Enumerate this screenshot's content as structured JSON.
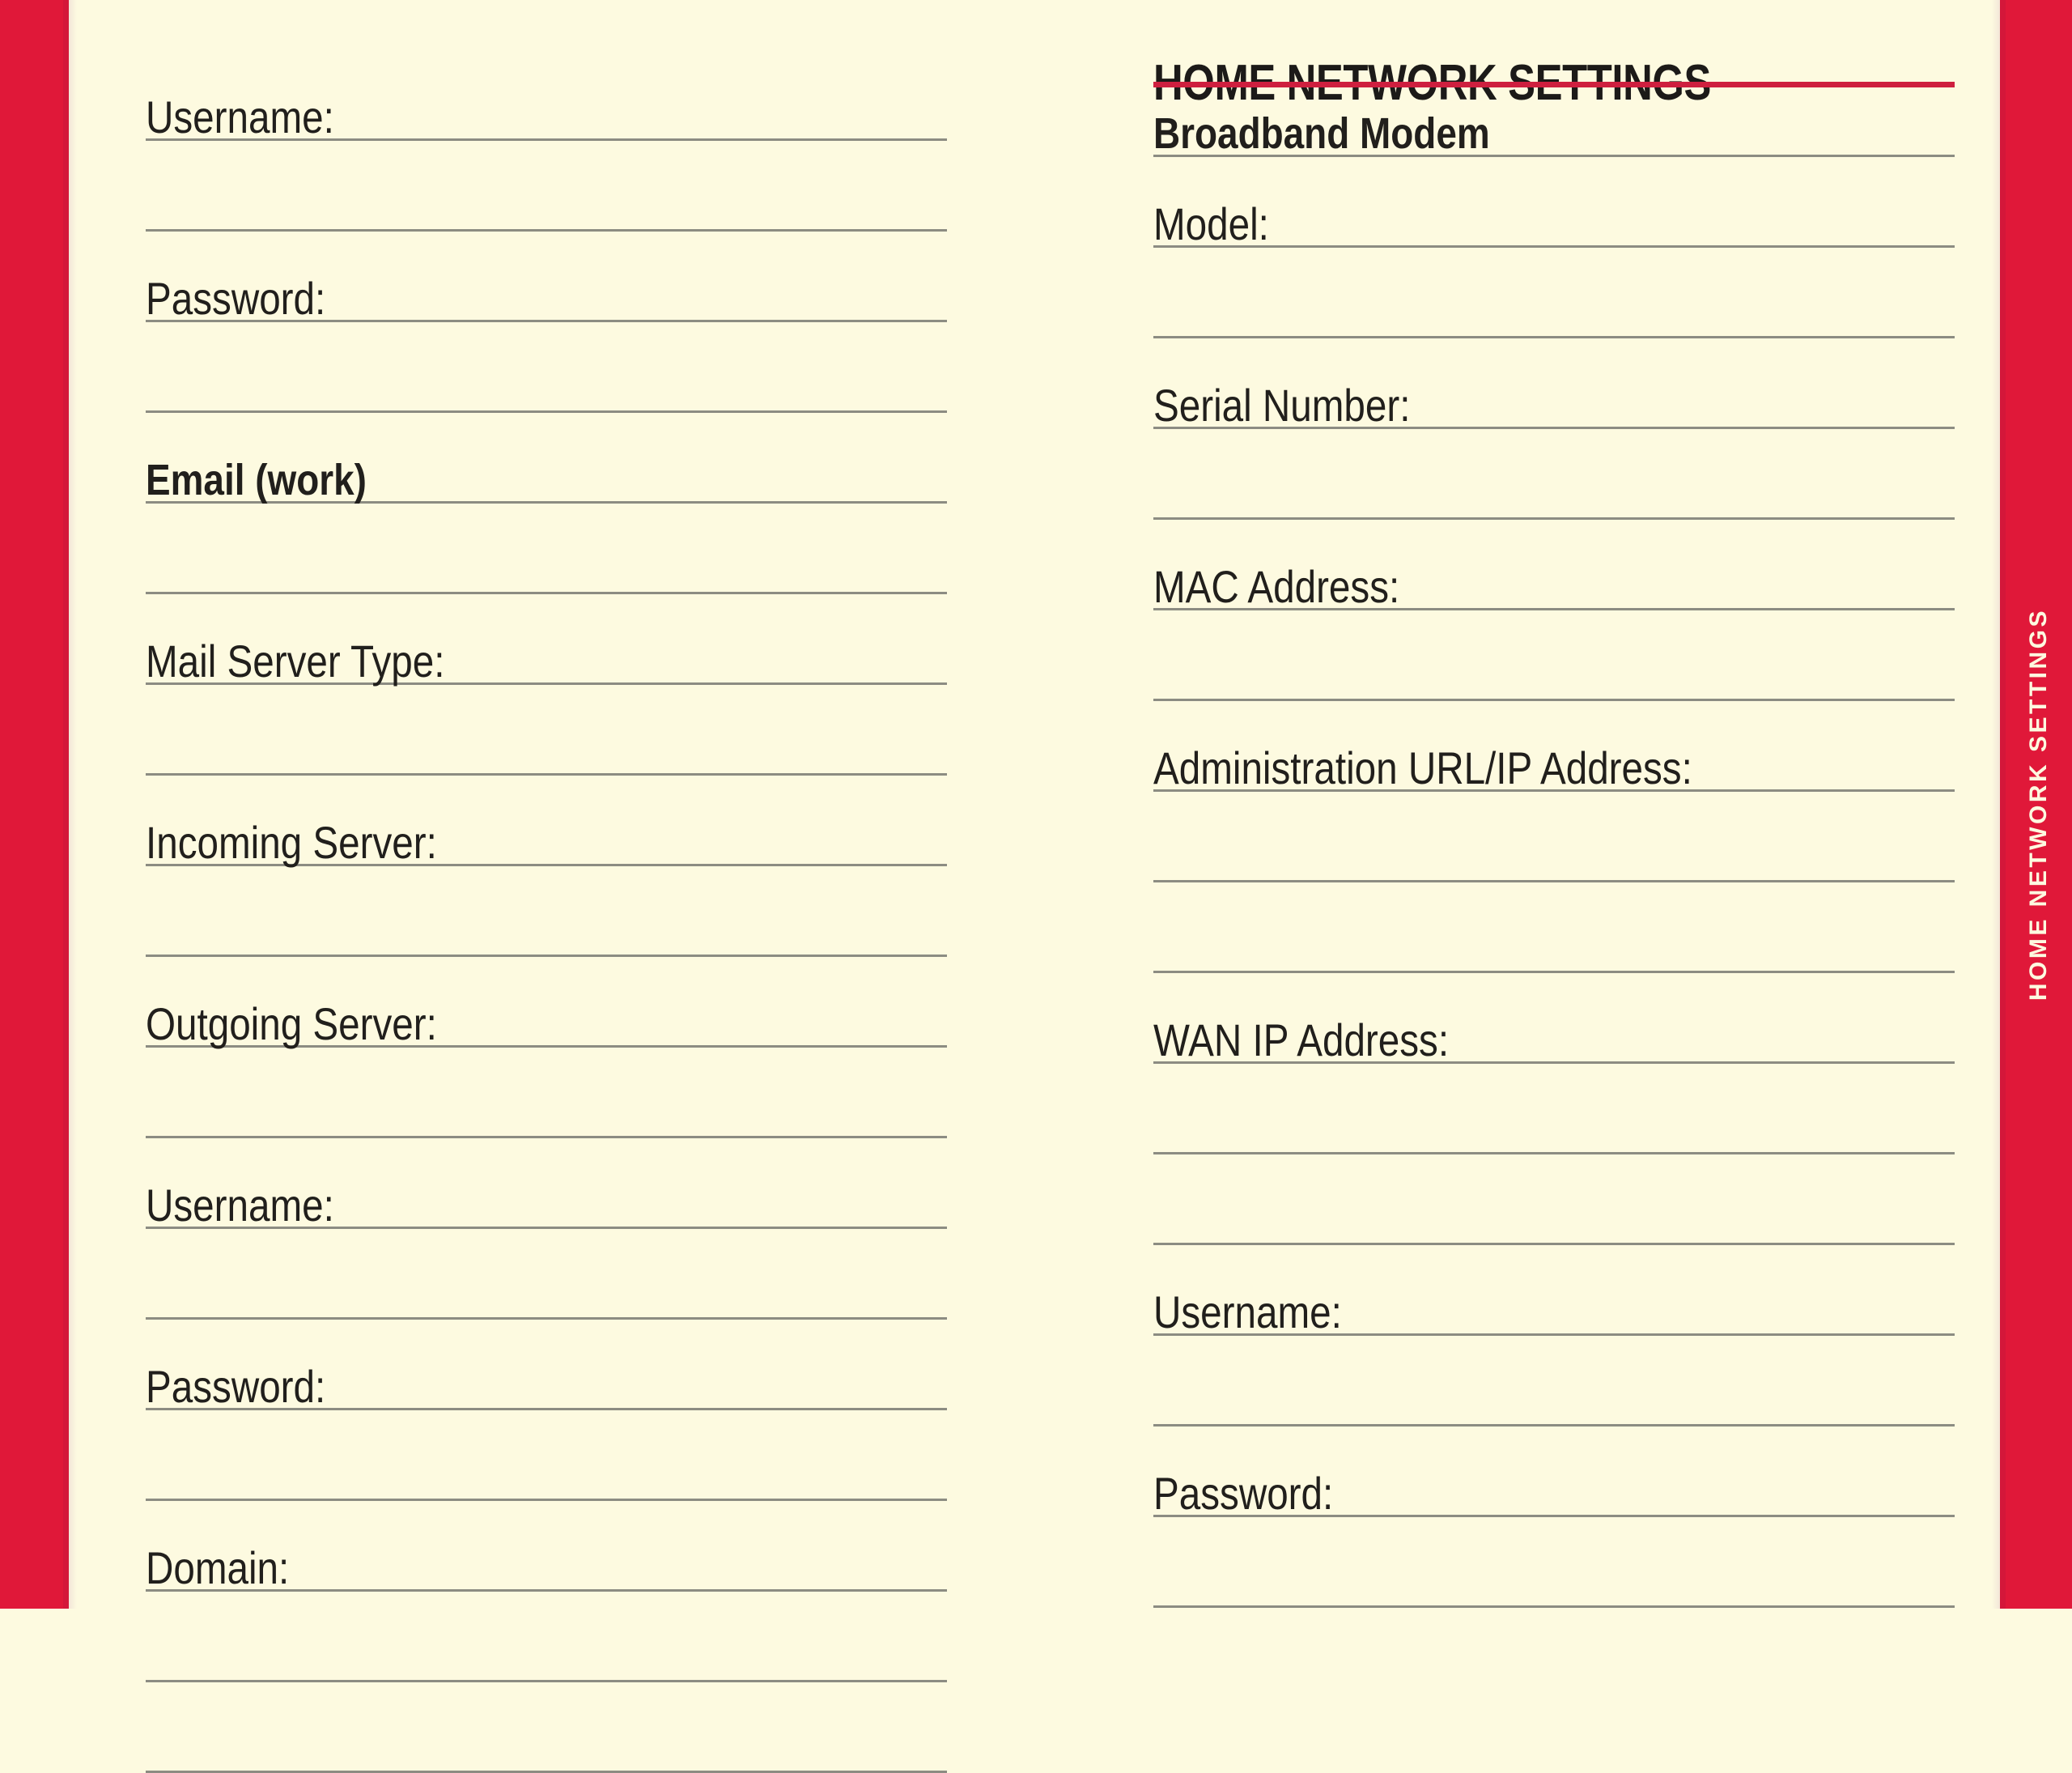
{
  "page": {
    "background_color": "#FDFAE0",
    "accent_color": "#E01839",
    "rule_color": "#8C8C82",
    "text_color": "#211F1C"
  },
  "tab": {
    "label": "HOME NETWORK SETTINGS"
  },
  "heading": {
    "title": "HOME NETWORK SETTINGS"
  },
  "left_column": {
    "rows": [
      {
        "label": "Username:",
        "type": "field"
      },
      {
        "label": "",
        "type": "blank"
      },
      {
        "label": "Password:",
        "type": "field"
      },
      {
        "label": "",
        "type": "blank"
      },
      {
        "label": "Email (work)",
        "type": "section"
      },
      {
        "label": "",
        "type": "blank"
      },
      {
        "label": "Mail Server Type:",
        "type": "field"
      },
      {
        "label": "",
        "type": "blank"
      },
      {
        "label": "Incoming Server:",
        "type": "field"
      },
      {
        "label": "",
        "type": "blank"
      },
      {
        "label": "Outgoing Server:",
        "type": "field"
      },
      {
        "label": "",
        "type": "blank"
      },
      {
        "label": "Username:",
        "type": "field"
      },
      {
        "label": "",
        "type": "blank"
      },
      {
        "label": "Password:",
        "type": "field"
      },
      {
        "label": "",
        "type": "blank"
      },
      {
        "label": "Domain:",
        "type": "field"
      },
      {
        "label": "",
        "type": "blank"
      },
      {
        "label": "",
        "type": "blank"
      }
    ]
  },
  "right_column": {
    "rows": [
      {
        "label": "Broadband Modem",
        "type": "section"
      },
      {
        "label": "Model:",
        "type": "field"
      },
      {
        "label": "",
        "type": "blank"
      },
      {
        "label": "Serial Number:",
        "type": "field"
      },
      {
        "label": "",
        "type": "blank"
      },
      {
        "label": "MAC Address:",
        "type": "field"
      },
      {
        "label": "",
        "type": "blank"
      },
      {
        "label": "Administration URL/IP Address:",
        "type": "field"
      },
      {
        "label": "",
        "type": "blank"
      },
      {
        "label": "",
        "type": "blank"
      },
      {
        "label": "WAN IP Address:",
        "type": "field"
      },
      {
        "label": "",
        "type": "blank"
      },
      {
        "label": "",
        "type": "blank"
      },
      {
        "label": "Username:",
        "type": "field"
      },
      {
        "label": "",
        "type": "blank"
      },
      {
        "label": "Password:",
        "type": "field"
      },
      {
        "label": "",
        "type": "blank"
      }
    ]
  }
}
